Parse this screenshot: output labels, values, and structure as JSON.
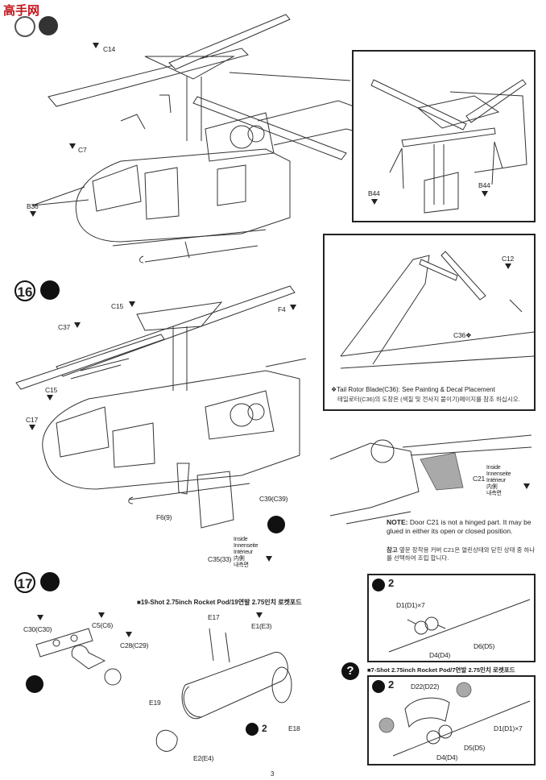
{
  "watermark": "高手网",
  "steps": {
    "s16": "16",
    "s17": "17"
  },
  "step15": {
    "labels": {
      "c14": "C14",
      "c7": "C7",
      "b36": "B36",
      "b44a": "B44",
      "b44b": "B44"
    }
  },
  "step16": {
    "labels": {
      "c15a": "C15",
      "c15b": "C15",
      "c37": "C37",
      "c17": "C17",
      "f4": "F4",
      "f6": "F6(9)",
      "c39": "C39(C39)",
      "c35": "C35(33)"
    },
    "inside": [
      "Inside",
      "Innenseite",
      "Intérieur",
      "内側",
      "내측면"
    ]
  },
  "tail_panel": {
    "labels": {
      "c12": "C12",
      "c36": "C36❖"
    },
    "note_en": "❖Tail Rotor Blade(C36): See Painting & Decal Placement",
    "note_kr": "테일로터(C36)의 도장은 (색칠 및 전사지 붙이기)페이지를 참조 하십시오."
  },
  "door_panel": {
    "labels": {
      "c21": "C21"
    },
    "inside": [
      "Inside",
      "Innenseite",
      "Intérieur",
      "内側",
      "내측면"
    ],
    "note_label": "NOTE:",
    "note_text": "Door C21 is not a hinged part. It may be glued in either its open or closed position.",
    "note_kr_label": "참고",
    "note_kr": "옆문 장착용 커버 C21은 열린상태와 닫힌 상태 중 하나를 선택하여 조립 합니다."
  },
  "step17": {
    "title19": "■19-Shot 2.75inch Rocket Pod/19연발 2.75인치 로켓포드",
    "title7": "■7-Shot 2.75inch Rocket Pod/7연발 2.75인치 로켓포드",
    "labels": {
      "c30": "C30(C30)",
      "c5": "C5(C6)",
      "c28": "C28(C29)",
      "e17": "E17",
      "e1": "E1(E3)",
      "e19": "E19",
      "e18": "E18",
      "e2": "E2(E4)",
      "two": "2"
    },
    "box19": {
      "qty": "2",
      "d1": "D1(D1)×7",
      "d4": "D4(D4)",
      "d5": "D6(D5)"
    },
    "box7": {
      "qty": "2",
      "d22": "D22(D22)",
      "d1": "D1(D1)×7",
      "d5": "D5(D5)",
      "d4": "D4(D4)"
    }
  },
  "footer": "3"
}
